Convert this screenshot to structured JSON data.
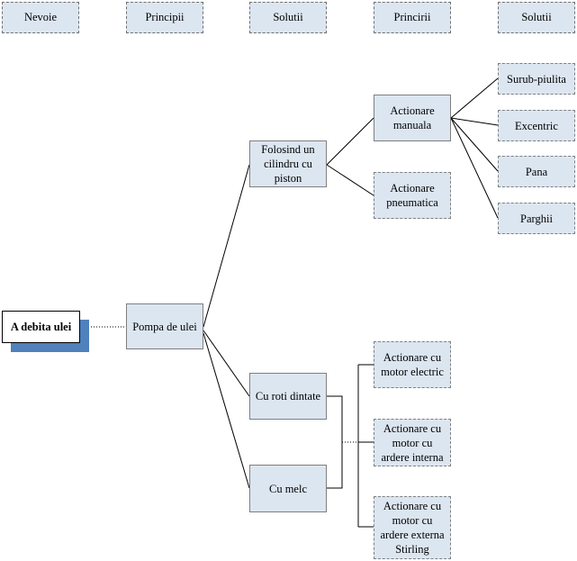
{
  "colors": {
    "box_fill": "#dce6f1",
    "box_border": "#7f7f7f",
    "root_shadow": "#4f81bd",
    "line": "#000000"
  },
  "headers": [
    "Nevoie",
    "Principii",
    "Solutii",
    "Princirii",
    "Solutii"
  ],
  "nodes": {
    "root": "A debita ulei",
    "pompa": "Pompa de ulei",
    "cilindru": "Folosind un cilindru cu piston",
    "roti": "Cu roti dintate",
    "melc": "Cu melc",
    "manuala": "Actionare manuala",
    "pneumatica": "Actionare pneumatica",
    "surub": "Surub-piulita",
    "excentric": "Excentric",
    "pana": "Pana",
    "parghii": "Parghii",
    "motor_electric": "Actionare cu motor electric",
    "ardere_interna": "Actionare cu motor cu ardere interna",
    "ardere_externa": "Actionare cu motor cu ardere externa Stirling"
  }
}
